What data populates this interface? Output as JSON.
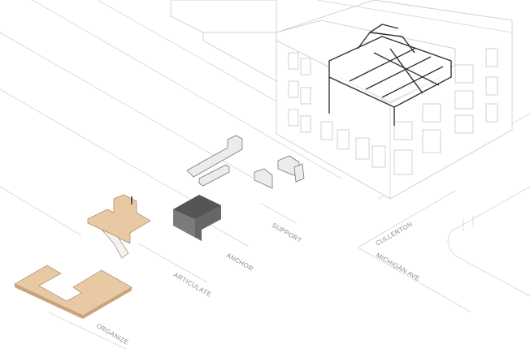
{
  "labels": {
    "organize": "ORGANIZE",
    "articulate": "ARTICULATE",
    "anchor": "ANCHOR",
    "support": "SUPPORT",
    "street_1": "CULLERTON",
    "street_2": "MICHIGAN AVE"
  },
  "colors": {
    "wood": "#e8c9a3",
    "wood_edge": "#c9a47c",
    "anchor_grey": "#7b7b7d",
    "linework": "#c9c9c9"
  }
}
